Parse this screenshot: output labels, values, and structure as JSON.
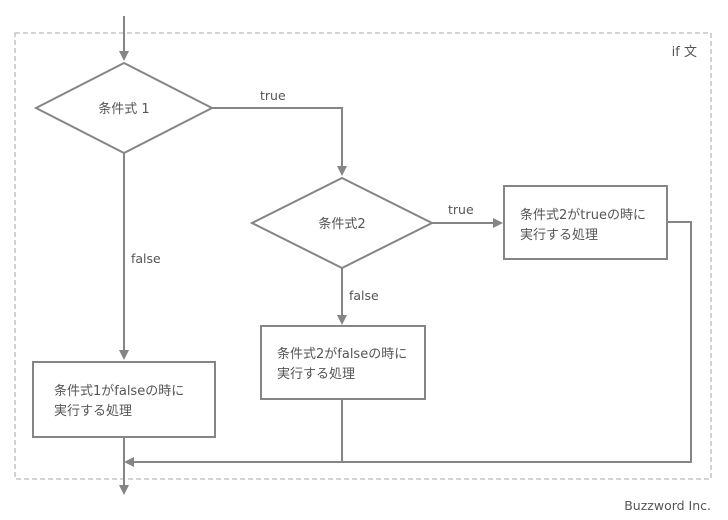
{
  "frame": {
    "label": "if 文"
  },
  "nodes": {
    "condition1": "条件式 1",
    "condition2": "条件式2",
    "process_cond2_true": [
      "条件式2がtrueの時に",
      "実行する処理"
    ],
    "process_cond2_false": [
      "条件式2がfalseの時に",
      "実行する処理"
    ],
    "process_cond1_false": [
      "条件式1がfalseの時に",
      "実行する処理"
    ]
  },
  "edges": {
    "cond1_true": "true",
    "cond1_false": "false",
    "cond2_true": "true",
    "cond2_false": "false"
  },
  "credit": "Buzzword Inc."
}
